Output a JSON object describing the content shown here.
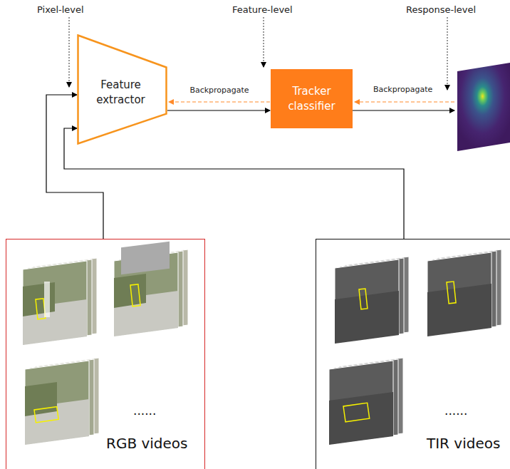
{
  "diagram": {
    "nodes": [
      {
        "text": [
          "Feature extractor"
        ]
      },
      {
        "text": [
          "Tracker classifier"
        ]
      },
      {
        "text": [
          "......",
          "RGB videos"
        ]
      },
      {
        "text": [
          "......",
          "TIR videos"
        ]
      }
    ],
    "edges": [
      {
        "from": 0,
        "to": 1,
        "arrow": "to"
      },
      {
        "from": 1,
        "to": 0,
        "label": "Backpropagate",
        "arrow": "to"
      },
      {
        "from": 2,
        "to": 0,
        "arrow": "to"
      },
      {
        "from": 3,
        "to": 0,
        "arrow": "to"
      }
    ],
    "labels": [
      "Pixel-level",
      "Feature-level",
      "Response-level",
      "Backpropagate"
    ]
  }
}
